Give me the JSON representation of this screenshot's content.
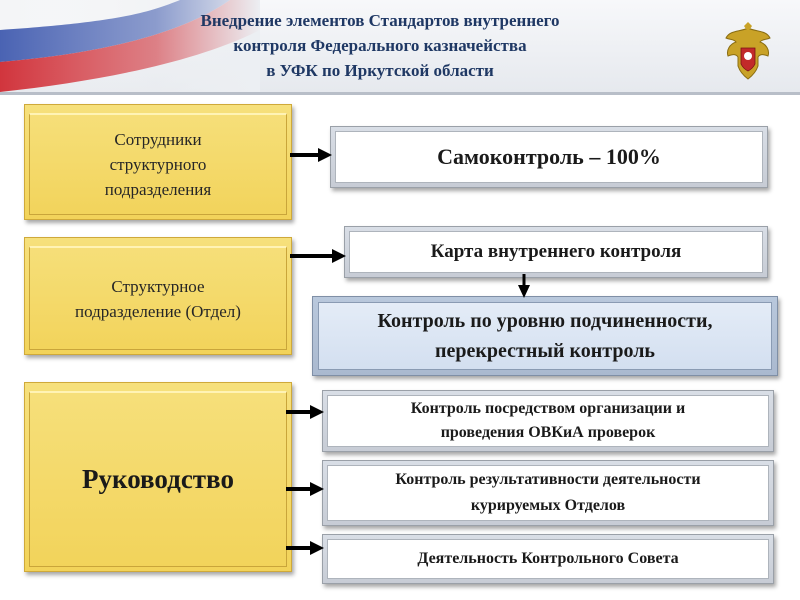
{
  "header": {
    "title_lines": [
      "Внедрение элементов Стандартов внутреннего",
      "контроля Федерального казначейства",
      "в УФК по Иркутской области"
    ]
  },
  "left_boxes": [
    {
      "lines": [
        "Сотрудники",
        "структурного",
        "подразделения"
      ]
    },
    {
      "lines": [
        "Структурное",
        "подразделение (Отдел)"
      ]
    },
    {
      "lines": [
        "Руководство"
      ]
    }
  ],
  "right_boxes": {
    "self_control": {
      "lines": [
        "Самоконтроль – 100%"
      ]
    },
    "control_map": {
      "lines": [
        "Карта внутреннего контроля"
      ]
    },
    "subordination_control": {
      "lines": [
        "Контроль по уровню подчиненности,",
        "перекрестный контроль"
      ]
    },
    "ovkia_control": {
      "lines": [
        "Контроль посредством организации и",
        "проведения ОВКиА проверок"
      ]
    },
    "performance_control": {
      "lines": [
        "Контроль результативности деятельности",
        "курируемых Отделов"
      ]
    },
    "control_council": {
      "lines": [
        "Деятельность Контрольного Совета"
      ]
    }
  },
  "colors": {
    "title": "#1f3864",
    "gold_box": "#f2d35a",
    "gray_box": "#c7ccd5",
    "blue_box": "#aab9cf",
    "arrow": "#000000"
  },
  "icons": {
    "flag": "russian-flag-icon",
    "emblem": "treasury-emblem-icon"
  }
}
